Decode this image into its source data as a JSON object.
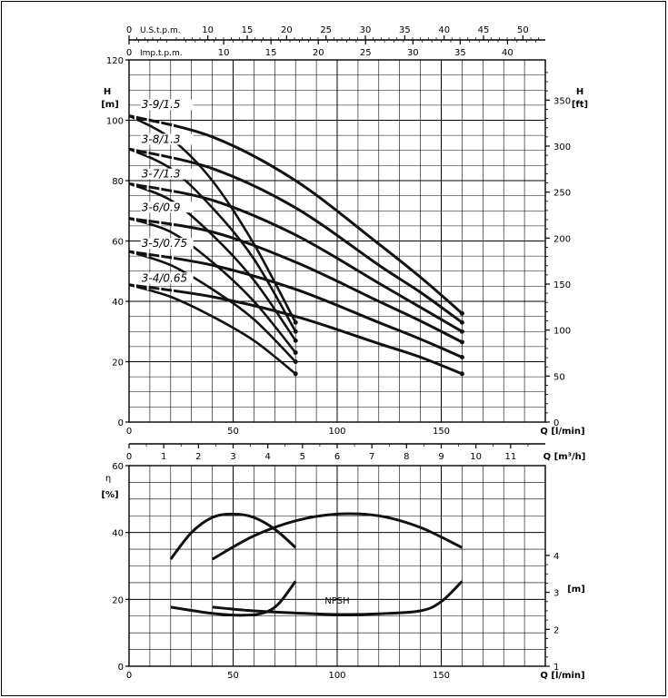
{
  "chart_data": [
    {
      "type": "line",
      "xlabel": "Q [l/min]",
      "ylabel": "H [m]",
      "y2label": "H [ft]",
      "xlim": [
        0,
        200
      ],
      "ylim": [
        0,
        120
      ],
      "y2lim": [
        0,
        393.7
      ],
      "x_ticks": [
        "0",
        "50",
        "100",
        "150"
      ],
      "y_ticks": [
        "0",
        "20",
        "40",
        "60",
        "80",
        "100",
        "120"
      ],
      "y2_ticks": [
        "0",
        "50",
        "100",
        "150",
        "200",
        "250",
        "300",
        "350"
      ],
      "top_scales": [
        {
          "name": "U.S.t.p.m.",
          "ticks": [
            "0",
            "10",
            "15",
            "20",
            "25",
            "30",
            "35",
            "40",
            "45",
            "50"
          ]
        },
        {
          "name": "Imp.t.p.m.",
          "ticks": [
            "0",
            "10",
            "15",
            "20",
            "25",
            "30",
            "35",
            "40"
          ]
        }
      ],
      "grid": true,
      "series": [
        {
          "name": "3-9/1.5",
          "label_at": [
            6,
            104
          ],
          "full": {
            "x": [
              0,
              40,
              80,
              120,
              140,
              160
            ],
            "y": [
              101.5,
              94.5,
              80,
              59,
              48,
              36
            ]
          },
          "branch": {
            "x": [
              0,
              20,
              40,
              60,
              80
            ],
            "y": [
              101.5,
              94,
              80,
              59,
              33
            ]
          }
        },
        {
          "name": "3-8/1.3",
          "label_at": [
            6,
            92.5
          ],
          "full": {
            "x": [
              0,
              40,
              80,
              120,
              140,
              160
            ],
            "y": [
              90.5,
              84,
              71,
              52,
              43,
              33
            ]
          },
          "branch": {
            "x": [
              0,
              20,
              40,
              60,
              80
            ],
            "y": [
              90.5,
              84,
              71,
              54,
              30
            ]
          }
        },
        {
          "name": "3-7/1.3",
          "label_at": [
            6,
            81
          ],
          "full": {
            "x": [
              0,
              40,
              80,
              120,
              140,
              160
            ],
            "y": [
              79,
              73.5,
              62,
              46,
              38,
              30
            ]
          },
          "branch": {
            "x": [
              0,
              20,
              40,
              60,
              80
            ],
            "y": [
              79,
              73.5,
              62,
              47,
              27
            ]
          }
        },
        {
          "name": "3-6/0.9",
          "label_at": [
            6,
            70
          ],
          "full": {
            "x": [
              0,
              40,
              80,
              120,
              140,
              160
            ],
            "y": [
              67.5,
              63,
              53,
              40,
              33.5,
              26.5
            ]
          },
          "branch": {
            "x": [
              0,
              20,
              40,
              60,
              80
            ],
            "y": [
              67.5,
              63,
              53,
              40,
              23
            ]
          }
        },
        {
          "name": "3-5/0.75",
          "label_at": [
            6,
            58
          ],
          "full": {
            "x": [
              0,
              40,
              80,
              120,
              140,
              160
            ],
            "y": [
              56.5,
              52,
              44,
              33,
              27.5,
              21.5
            ]
          },
          "branch": {
            "x": [
              0,
              20,
              40,
              60,
              80
            ],
            "y": [
              56.5,
              52,
              44,
              34,
              20
            ]
          }
        },
        {
          "name": "3-4/0.65",
          "label_at": [
            6,
            46.5
          ],
          "full": {
            "x": [
              0,
              40,
              80,
              120,
              140,
              160
            ],
            "y": [
              45.5,
              41.5,
              35,
              26,
              21.5,
              16
            ]
          },
          "branch": {
            "x": [
              0,
              20,
              40,
              60,
              80
            ],
            "y": [
              45.5,
              41.5,
              35,
              27,
              16
            ]
          }
        }
      ]
    },
    {
      "type": "line",
      "xlabel": "Q [l/min]",
      "ylabel": "η [%]",
      "y2label": "[m]",
      "xlim": [
        0,
        200
      ],
      "ylim": [
        0,
        60
      ],
      "y2lim": [
        1,
        6.43
      ],
      "x_ticks": [
        "0",
        "50",
        "100",
        "150"
      ],
      "y_ticks": [
        "0",
        "20",
        "40",
        "60"
      ],
      "y2_ticks": [
        "1",
        "2",
        "3",
        "4"
      ],
      "top_scale": {
        "name": "Q [m³/h]",
        "ticks": [
          "0",
          "1",
          "2",
          "3",
          "4",
          "5",
          "6",
          "7",
          "8",
          "9",
          "10",
          "11"
        ]
      },
      "grid": true,
      "annotations": [
        "NPSH"
      ],
      "series": [
        {
          "kind": "efficiency",
          "x": [
            20,
            30,
            40,
            50,
            60,
            70,
            80
          ],
          "y": [
            32,
            40,
            44.5,
            45.5,
            44.5,
            41,
            35.5
          ]
        },
        {
          "kind": "efficiency",
          "x": [
            40,
            60,
            80,
            100,
            120,
            140,
            160
          ],
          "y": [
            32,
            39,
            43.5,
            45.5,
            45,
            41.5,
            35.5
          ]
        },
        {
          "kind": "npsh",
          "x": [
            20,
            40,
            55,
            65,
            72,
            80
          ],
          "y": [
            2.6,
            2.43,
            2.38,
            2.45,
            2.7,
            3.3
          ]
        },
        {
          "kind": "npsh",
          "x": [
            40,
            60,
            80,
            100,
            120,
            140,
            150,
            160
          ],
          "y": [
            2.6,
            2.5,
            2.44,
            2.4,
            2.42,
            2.5,
            2.75,
            3.3
          ]
        }
      ]
    }
  ]
}
